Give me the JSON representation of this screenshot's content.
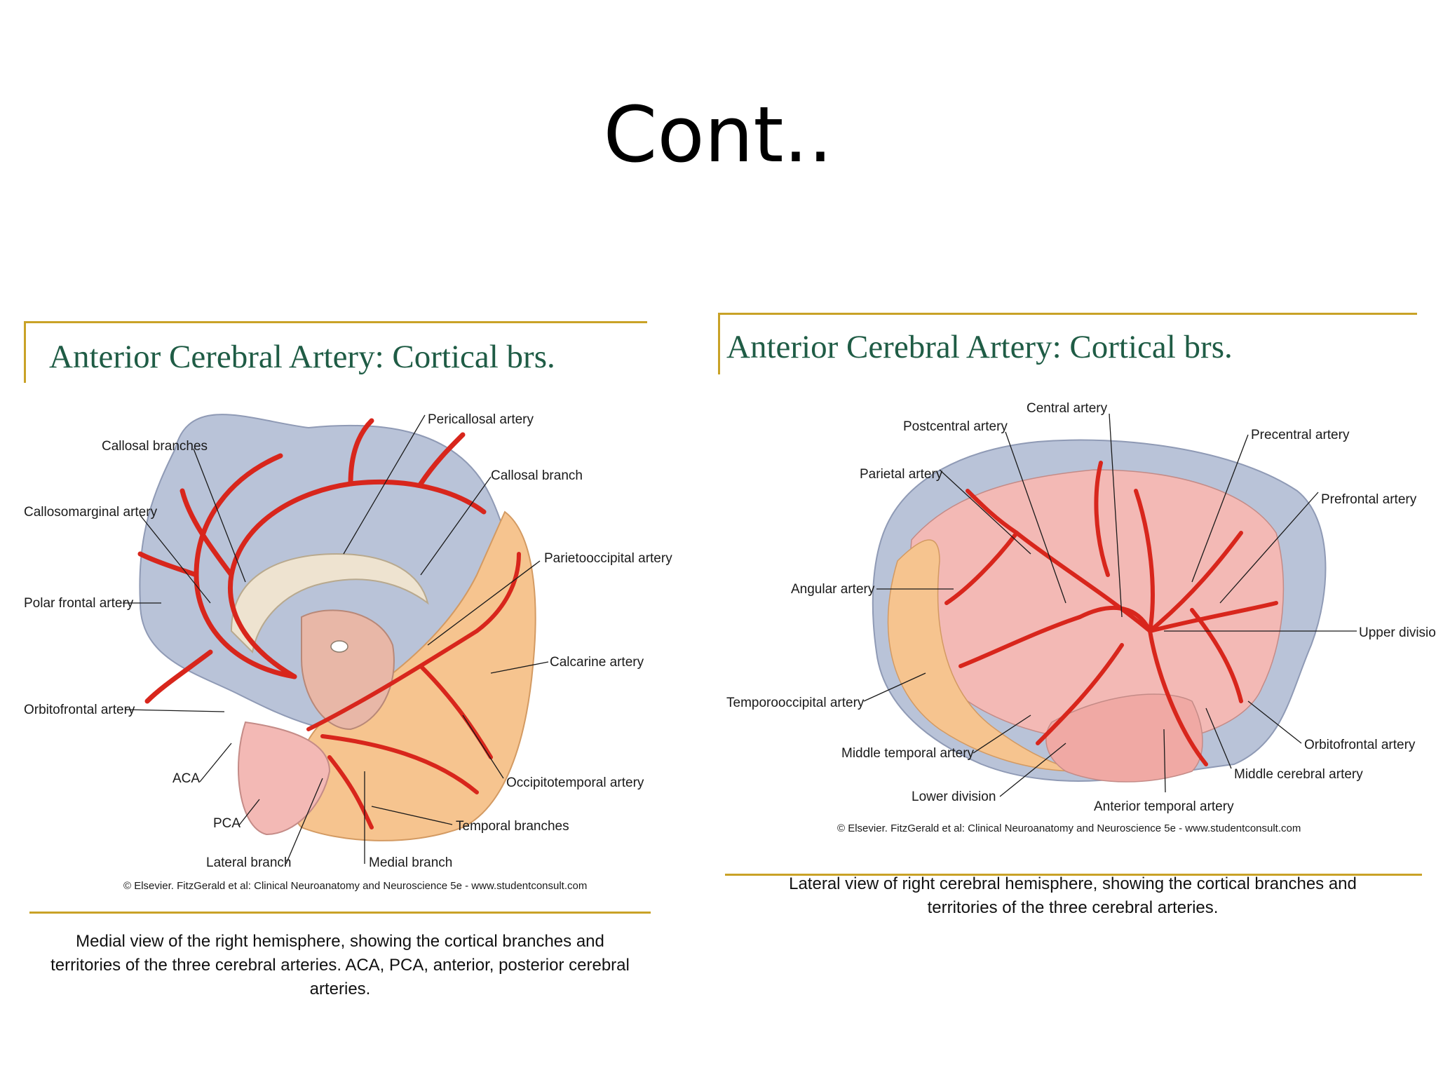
{
  "slide": {
    "title": "Cont.."
  },
  "left_figure": {
    "title": "Anterior Cerebral Artery: Cortical brs.",
    "labels": {
      "pericallosal": "Pericallosal artery",
      "callosal_branches": "Callosal branches",
      "callosal_branch": "Callosal branch",
      "callosomarginal": "Callosomarginal artery",
      "parietooccipital": "Parietooccipital artery",
      "polar_frontal": "Polar frontal artery",
      "calcarine": "Calcarine artery",
      "orbitofrontal": "Orbitofrontal artery",
      "aca": "ACA",
      "occipitotemporal": "Occipitotemporal artery",
      "pca": "PCA",
      "temporal_branches": "Temporal branches",
      "lateral_branch": "Lateral branch",
      "medial_branch": "Medial branch"
    },
    "copyright": "© Elsevier. FitzGerald et al: Clinical Neuroanatomy and Neuroscience 5e - www.studentconsult.com",
    "caption": "Medial view of the right hemisphere, showing the cortical branches and territories of the three cerebral arteries. ACA, PCA, anterior, posterior cerebral arteries."
  },
  "right_figure": {
    "title": "Anterior Cerebral Artery: Cortical brs.",
    "labels": {
      "central": "Central artery",
      "postcentral": "Postcentral artery",
      "precentral": "Precentral artery",
      "parietal": "Parietal artery",
      "prefrontal": "Prefrontal artery",
      "angular": "Angular artery",
      "upper_division": "Upper division",
      "temporooccipital": "Temporooccipital artery",
      "orbitofrontal": "Orbitofrontal artery",
      "middle_temporal": "Middle temporal artery",
      "middle_cerebral": "Middle cerebral artery",
      "lower_division": "Lower division",
      "anterior_temporal": "Anterior temporal artery"
    },
    "copyright": "© Elsevier. FitzGerald et al: Clinical Neuroanatomy and Neuroscience 5e - www.studentconsult.com",
    "caption": "Lateral view of right cerebral hemisphere, showing the cortical branches and territories of the three cerebral arteries."
  },
  "colors": {
    "artery": "#d8261c",
    "aca_territory": "#b9c3d8",
    "mca_territory": "#f3b9b5",
    "pca_territory": "#f6c48f",
    "accent_rule": "#c9a227",
    "panel_title": "#1f5c45"
  }
}
